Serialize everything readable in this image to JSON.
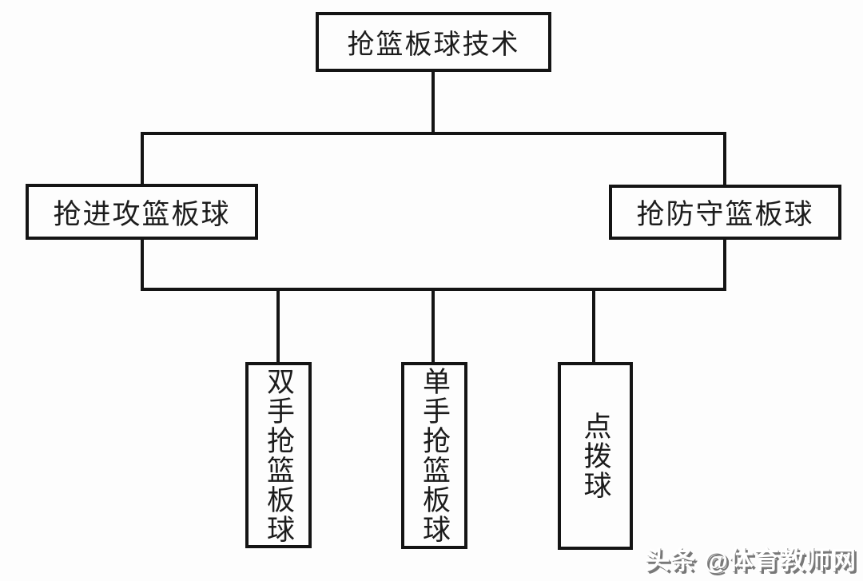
{
  "diagram": {
    "root": {
      "label": "抢篮板球技术"
    },
    "level2": [
      {
        "id": "offensive-rebound",
        "label": "抢进攻篮板球"
      },
      {
        "id": "defensive-rebound",
        "label": "抢防守篮板球"
      }
    ],
    "level3": [
      {
        "id": "two-hand-rebound",
        "label": "双手抢篮板球"
      },
      {
        "id": "one-hand-rebound",
        "label": "单手抢篮板球"
      },
      {
        "id": "tip-ball",
        "label": "点拨球"
      }
    ],
    "colors": {
      "line": "#141414",
      "box_background": "#fdfdfd",
      "page_background": "#fdfdfd",
      "text": "#1c1c1c"
    }
  },
  "watermark": {
    "text": "头条 @体育教师网",
    "fill": "#ffffff",
    "shadow": "#787878"
  }
}
